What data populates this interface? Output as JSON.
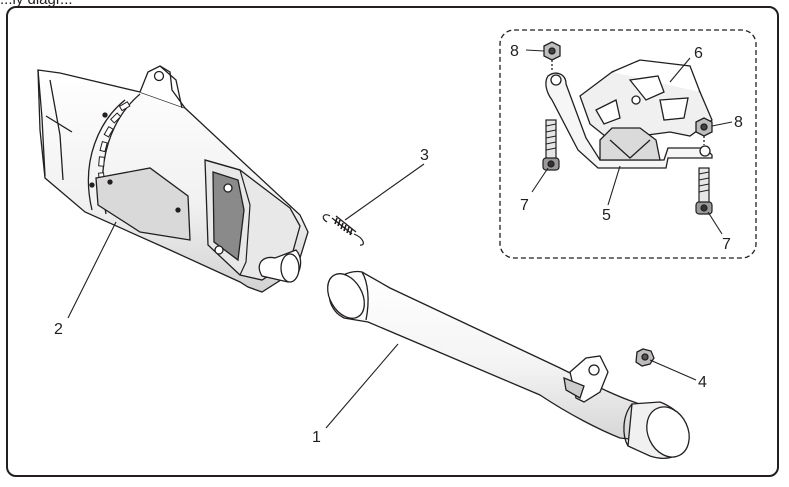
{
  "header": {
    "fragment": "...ly diagr..."
  },
  "callouts": {
    "c1": "1",
    "c2": "2",
    "c3": "3",
    "c4": "4",
    "c5": "5",
    "c6": "6",
    "c7a": "7",
    "c7b": "7",
    "c8a": "8",
    "c8b": "8"
  },
  "colors": {
    "line": "#231f20",
    "muffler_fill": "#f2f2f2",
    "shade": "#d9d9d9",
    "dark": "#6b6b6b"
  }
}
